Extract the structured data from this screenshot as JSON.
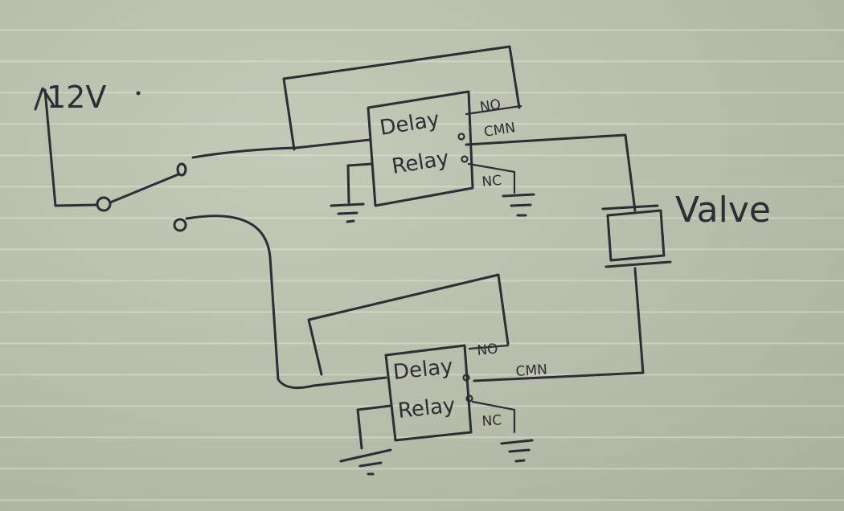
{
  "supply_label": "12V",
  "valve_label": "Valve",
  "relay_top": {
    "line1": "Delay",
    "line2": "Relay",
    "no": "NO",
    "common": "CMN",
    "nc": "NC"
  },
  "relay_bottom": {
    "line1": "Delay",
    "line2": "Relay",
    "no": "NO",
    "common": "CMN",
    "nc": "NC"
  },
  "ink_color": "#2b2e34",
  "paper_color": "#bcc2b0"
}
